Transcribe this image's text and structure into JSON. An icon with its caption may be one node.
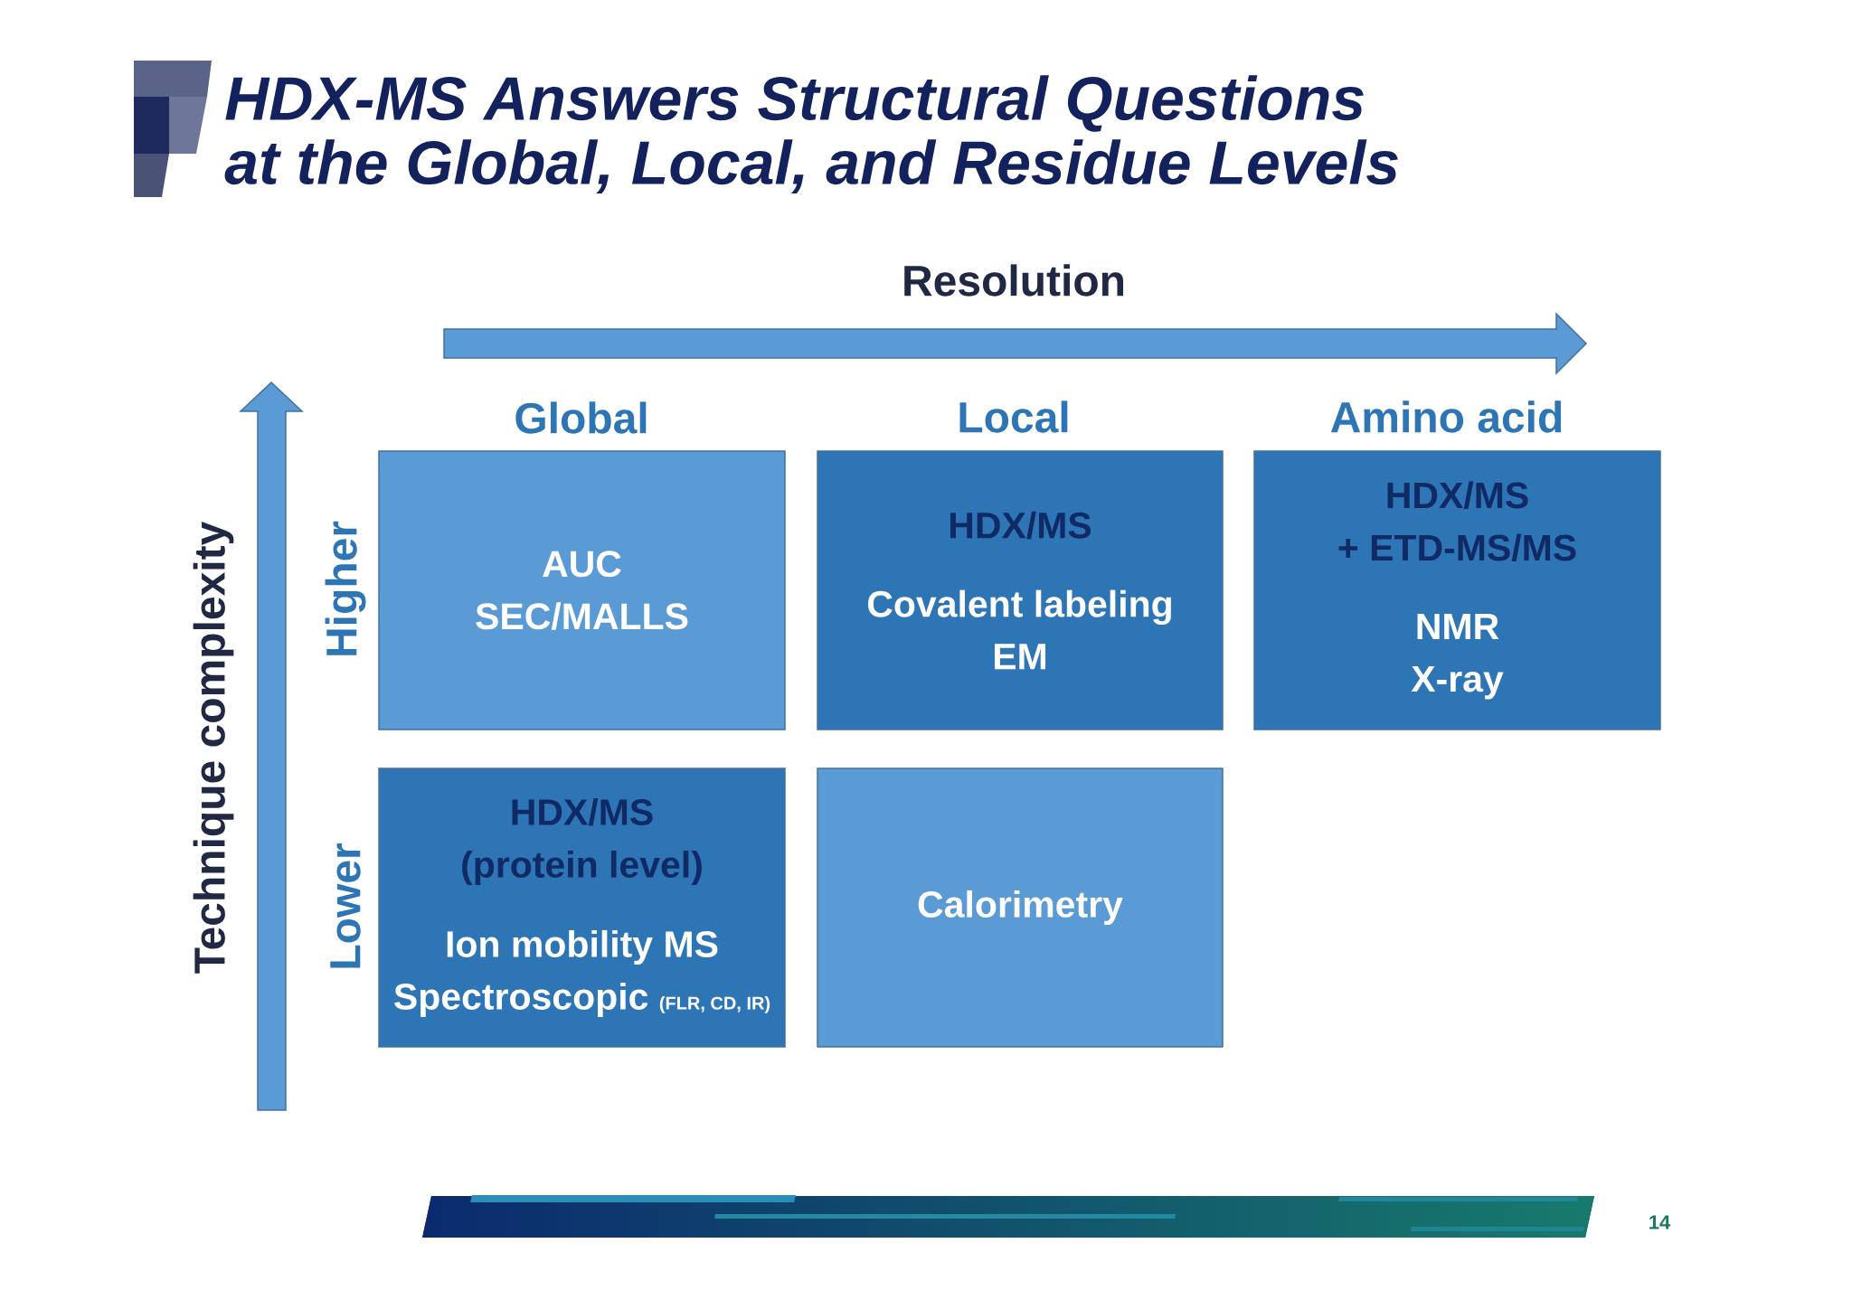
{
  "diagram": {
    "title": "HDX-MS Answers Structural Questions at the Global, Local, and Residue Levels",
    "nodes": [
      {
        "text": [
          "AUC",
          "SEC/MALLS"
        ]
      },
      {
        "text": [
          "HDX/MS",
          "Covalent labeling",
          "EM"
        ]
      },
      {
        "text": [
          "HDX/MS + ETD-MS/MS",
          "NMR",
          "X-ray"
        ]
      },
      {
        "text": [
          "HDX/MS (protein level)",
          "Ion mobility MS",
          "Spectroscopic (FLR, CD, IR)"
        ]
      },
      {
        "text": [
          "Calorimetry"
        ]
      }
    ],
    "labels": [
      "Resolution",
      "Global",
      "Local",
      "Amino acid",
      "Technique complexity",
      "Higher",
      "Lower",
      "14"
    ]
  }
}
